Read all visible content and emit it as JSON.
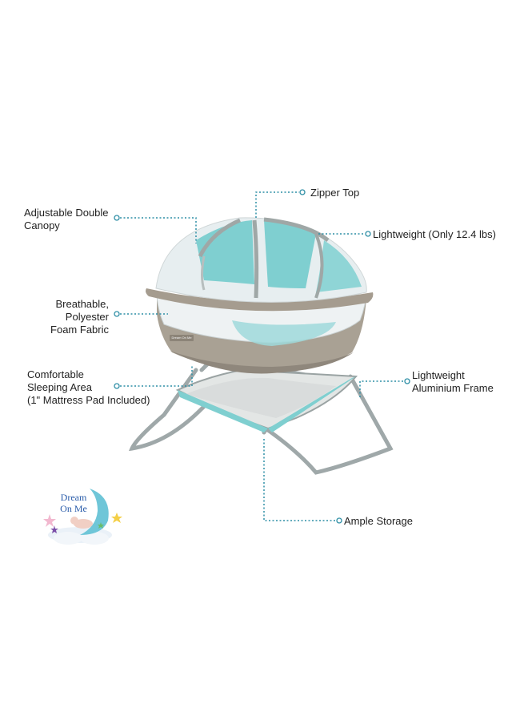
{
  "features": {
    "zipper_top": "Zipper Top",
    "adjustable_canopy": [
      "Adjustable Double",
      "Canopy"
    ],
    "lightweight_weight": "Lightweight (Only 12.4 lbs)",
    "breathable_fabric": [
      "Breathable,",
      "Polyester",
      "Foam Fabric"
    ],
    "sleeping_area": [
      "Comfortable",
      "Sleeping Area",
      "(1\" Mattress Pad Included)"
    ],
    "aluminium_frame": [
      "Lightweight",
      "Aluminium Frame"
    ],
    "ample_storage": "Ample Storage"
  },
  "logo": {
    "lines": [
      "Dream",
      "On Me"
    ]
  },
  "bassinet_tag": "Dream On Me",
  "colors": {
    "canopy_teal": "#7fcfd0",
    "mesh_light": "#e7eef0",
    "frame_gray": "#a7b0b1",
    "fabric_taupe": "#a89f92",
    "leader_line": "#2f8fa6",
    "logo_blue": "#2a5caa"
  }
}
